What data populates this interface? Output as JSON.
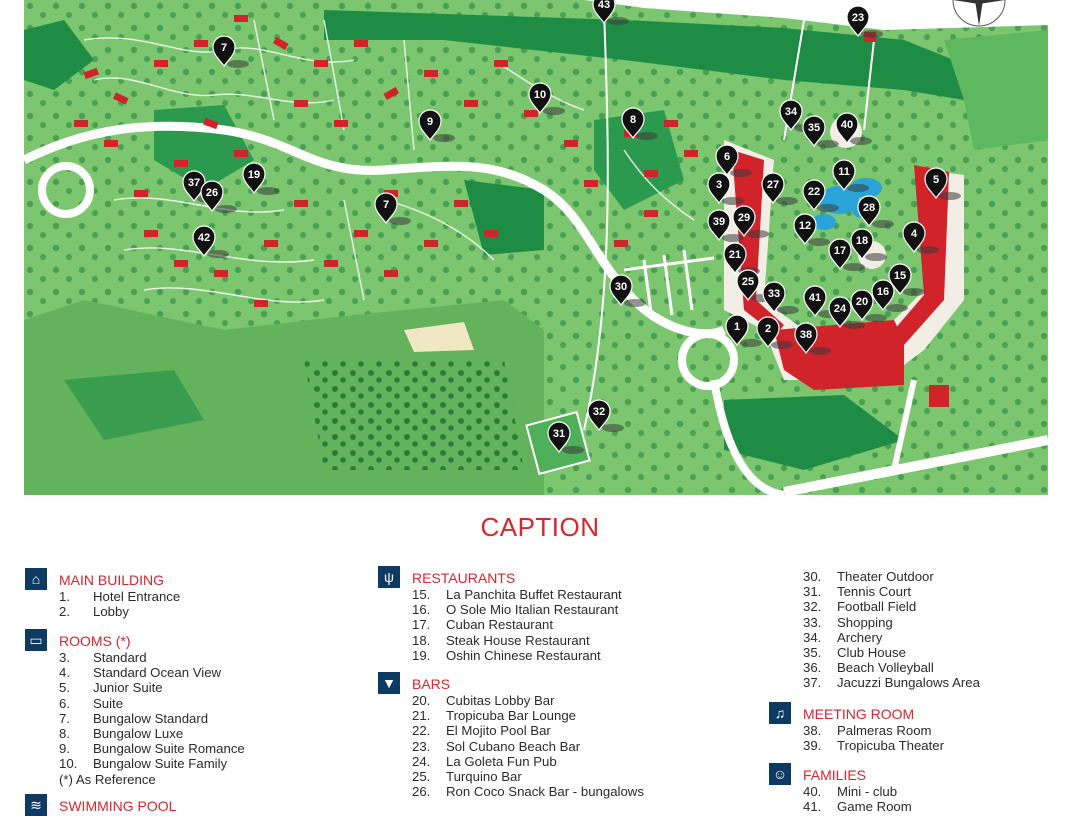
{
  "caption_title": "CAPTION",
  "legend": {
    "main_building": {
      "title": "MAIN BUILDING",
      "items": [
        {
          "n": "1.",
          "label": "Hotel Entrance"
        },
        {
          "n": "2.",
          "label": "Lobby"
        }
      ]
    },
    "rooms": {
      "title": "ROOMS (*)",
      "items": [
        {
          "n": "3.",
          "label": "Standard"
        },
        {
          "n": "4.",
          "label": "Standard Ocean View"
        },
        {
          "n": "5.",
          "label": "Junior Suite"
        },
        {
          "n": "6.",
          "label": "Suite"
        },
        {
          "n": "7.",
          "label": "Bungalow Standard"
        },
        {
          "n": "8.",
          "label": "Bungalow Luxe"
        },
        {
          "n": "9.",
          "label": "Bungalow Suite Romance"
        },
        {
          "n": "10.",
          "label": "Bungalow Suite  Family"
        }
      ],
      "note": "(*) As Reference"
    },
    "swimming_pool": {
      "title": "SWIMMING POOL"
    },
    "restaurants": {
      "title": "RESTAURANTS",
      "items": [
        {
          "n": "15.",
          "label": "La Panchita Buffet Restaurant"
        },
        {
          "n": "16.",
          "label": "O Sole Mio Italian Restaurant"
        },
        {
          "n": "17.",
          "label": "Cuban Restaurant"
        },
        {
          "n": "18.",
          "label": "Steak House Restaurant"
        },
        {
          "n": "19.",
          "label": "Oshin Chinese Restaurant"
        }
      ]
    },
    "bars": {
      "title": "BARS",
      "items": [
        {
          "n": "20.",
          "label": "Cubitas Lobby Bar"
        },
        {
          "n": "21.",
          "label": "Tropicuba Bar Lounge"
        },
        {
          "n": "22.",
          "label": "El Mojito Pool Bar"
        },
        {
          "n": "23.",
          "label": "Sol Cubano Beach Bar"
        },
        {
          "n": "24.",
          "label": "La Goleta Fun Pub"
        },
        {
          "n": "25.",
          "label": "Turquino Bar"
        },
        {
          "n": "26.",
          "label": "Ron Coco Snack Bar - bungalows"
        }
      ]
    },
    "activities": {
      "items": [
        {
          "n": "30.",
          "label": "Theater Outdoor"
        },
        {
          "n": "31.",
          "label": "Tennis Court"
        },
        {
          "n": "32.",
          "label": "Football Field"
        },
        {
          "n": "33.",
          "label": "Shopping"
        },
        {
          "n": "34.",
          "label": "Archery"
        },
        {
          "n": "35.",
          "label": "Club House"
        },
        {
          "n": "36.",
          "label": "Beach Volleyball"
        },
        {
          "n": "37.",
          "label": "Jacuzzi Bungalows Area"
        }
      ]
    },
    "meeting_room": {
      "title": "MEETING ROOM",
      "items": [
        {
          "n": "38.",
          "label": "Palmeras Room"
        },
        {
          "n": "39.",
          "label": "Tropicuba Theater"
        }
      ]
    },
    "families": {
      "title": "FAMILIES",
      "items": [
        {
          "n": "40.",
          "label": "Mini - club"
        },
        {
          "n": "41.",
          "label": "Game Room"
        }
      ]
    }
  },
  "map": {
    "pins": [
      "43",
      "23",
      "7",
      "10",
      "9",
      "8",
      "34",
      "35",
      "40",
      "6",
      "19",
      "37",
      "26",
      "3",
      "27",
      "22",
      "11",
      "5",
      "7",
      "39",
      "29",
      "28",
      "12",
      "4",
      "42",
      "21",
      "17",
      "18",
      "25",
      "15",
      "33",
      "16",
      "41",
      "20",
      "24",
      "30",
      "1",
      "2",
      "38",
      "32",
      "31"
    ],
    "colors": {
      "grass": "#72c26b",
      "dark_green": "#1f8c45",
      "road": "#ffffff",
      "building": "#d0232a",
      "pool": "#2aa3d8",
      "pin": "#111111"
    }
  }
}
